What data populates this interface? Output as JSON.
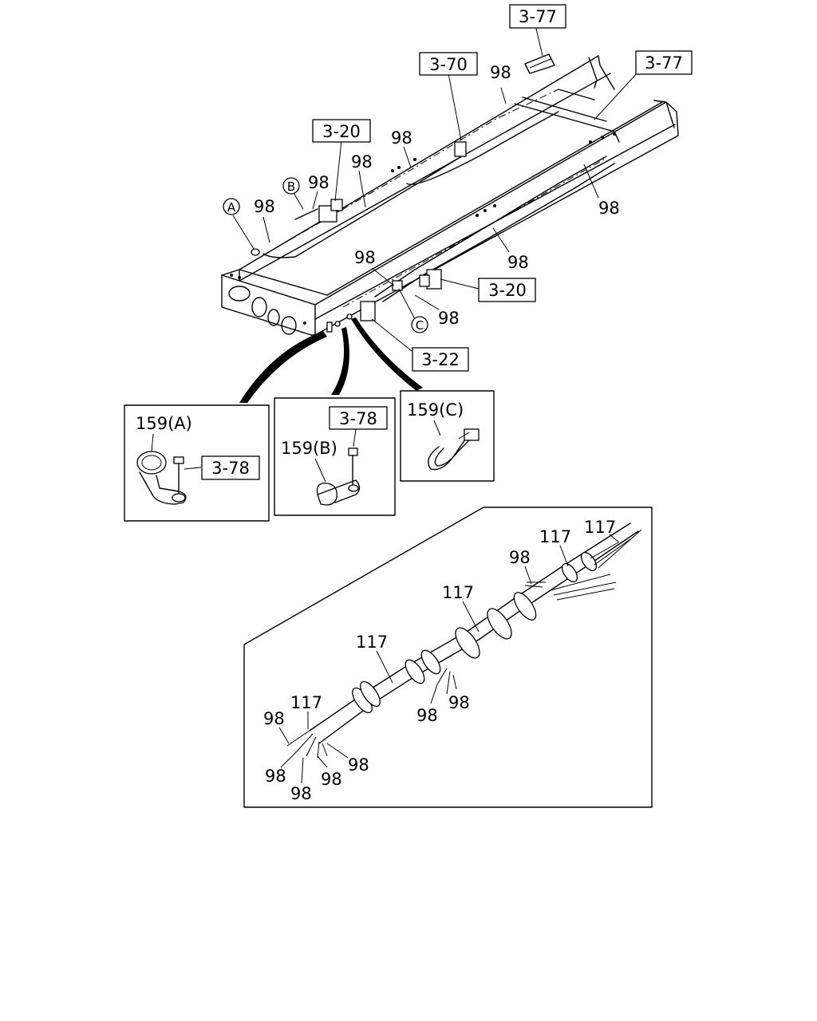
{
  "main": {
    "refs": {
      "r_377_top": "3-77",
      "r_370": "3-70",
      "r_377_right": "3-77",
      "r_320_left": "3-20",
      "r_320_right": "3-20",
      "r_322": "3-22"
    },
    "callouts": {
      "a": "A",
      "b": "B",
      "c": "C"
    },
    "part_98": "98"
  },
  "detail_a": {
    "part": "159(A)",
    "ref": "3-78"
  },
  "detail_b": {
    "part": "159(B)",
    "ref": "3-78"
  },
  "detail_c": {
    "part": "159(C)"
  },
  "harness": {
    "part_98": "98",
    "part_117": "117"
  }
}
